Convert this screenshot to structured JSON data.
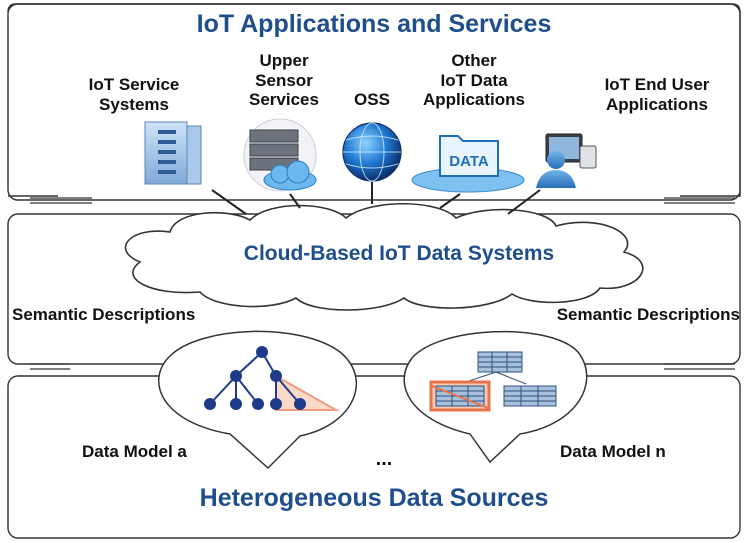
{
  "top_layer": {
    "title": "IoT Applications and Services",
    "apps": [
      {
        "label_lines": [
          "IoT Service",
          "Systems"
        ],
        "icon": "server-rack-icon"
      },
      {
        "label_lines": [
          "Upper",
          "Sensor",
          "Services"
        ],
        "icon": "server-cloud-icon"
      },
      {
        "label_lines": [
          "OSS"
        ],
        "icon": "globe-icon"
      },
      {
        "label_lines": [
          "Other",
          "IoT Data",
          "Applications"
        ],
        "icon": "data-folder-icon"
      },
      {
        "label_lines": [
          "IoT End User",
          "Applications"
        ],
        "icon": "user-devices-icon"
      }
    ],
    "data_icon_text": "DATA"
  },
  "middle_layer": {
    "cloud_title": "Cloud-Based IoT Data Systems",
    "semantic_left": "Semantic Descriptions",
    "semantic_right": "Semantic Descriptions"
  },
  "bottom_layer": {
    "data_model_a": "Data Model a",
    "ellipsis": "...",
    "data_model_n": "Data Model n",
    "title": "Heterogeneous Data Sources"
  },
  "colors": {
    "title_blue": "#1f4e8c",
    "node_blue": "#1e3a8a",
    "highlight_orange": "#e8734a",
    "panel_border": "#333333"
  }
}
